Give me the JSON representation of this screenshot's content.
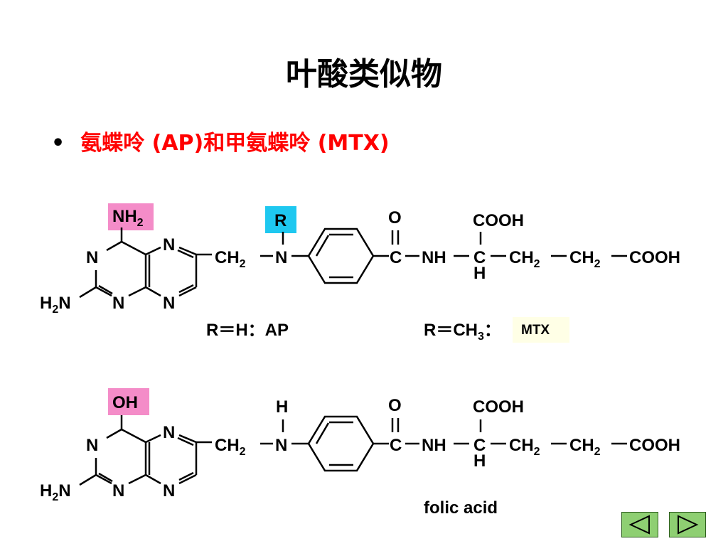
{
  "slide": {
    "title": "叶酸类似物",
    "bullet": "氨蝶呤 (AP)和甲氨蝶呤 (MTX)"
  },
  "colors": {
    "bullet_text": "#ff0000",
    "highlight_pink": "#f48cc8",
    "highlight_cyan": "#1ec8f0",
    "highlight_cream": "#ffffe6",
    "nav_button": "#8ecf72"
  },
  "structure_top": {
    "substituent_4": "NH",
    "substituent_4_sub": "2",
    "r_label": "R",
    "n": "N",
    "h2n": "H",
    "h2n_sub": "2",
    "h2n_tail": "N",
    "ch2_linker": "CH",
    "ch2_sub": "2",
    "o": "O",
    "c": "C",
    "nh": "NH",
    "alpha_c": "C",
    "alpha_h": "H",
    "cooh_top": "COOH",
    "ch2": "CH",
    "cooh_end": "COOH",
    "legend_ap": "R＝H：AP",
    "legend_mtx_prefix": "R＝CH",
    "legend_mtx_sub": "3",
    "legend_mtx_colon": "：",
    "legend_mtx_box": "MTX"
  },
  "structure_bottom": {
    "substituent_4": "OH",
    "n_h": "H",
    "caption": "folic acid"
  },
  "nav": {
    "prev_icon": "triangle-left-icon",
    "next_icon": "triangle-right-icon"
  }
}
